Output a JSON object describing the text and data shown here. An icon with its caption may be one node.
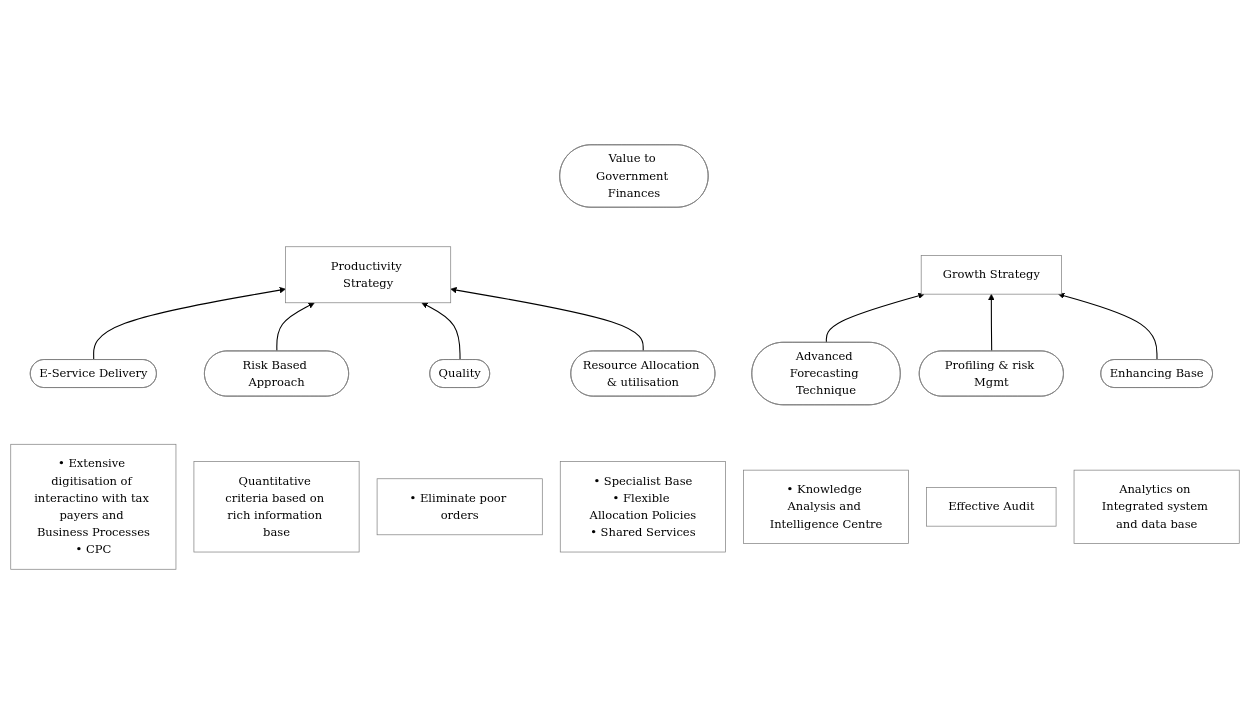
{
  "diagram": {
    "nodes": [
      {
        "text": [
          "Value to Government Finances"
        ]
      },
      {
        "text": [
          "Productivity Strategy"
        ]
      },
      {
        "text": [
          "Growth Strategy"
        ]
      },
      {
        "text": [
          "E-Service Delivery"
        ]
      },
      {
        "text": [
          "Risk Based Approach"
        ]
      },
      {
        "text": [
          "Quality"
        ]
      },
      {
        "text": [
          "Resource Allocation & utilisation"
        ]
      },
      {
        "text": [
          "Advanced Forecasting Technique"
        ]
      },
      {
        "text": [
          "Profiling & risk Mgmt"
        ]
      },
      {
        "text": [
          "Enhancing Base"
        ]
      },
      {
        "text": [
          "• Extensive digitisation of interactino with tax payers and Business Processes",
          "• CPC"
        ]
      },
      {
        "text": [
          "Quantitative criteria based on rich information base"
        ]
      },
      {
        "text": [
          "• Eliminate poor orders"
        ]
      },
      {
        "text": [
          "• Specialist Base",
          "• Flexible Allocation Policies",
          "• Shared Services"
        ]
      },
      {
        "text": [
          "• Knowledge Analysis and Intelligence Centre"
        ]
      },
      {
        "text": [
          "Effective Audit"
        ]
      },
      {
        "text": [
          "Analytics on Integrated system and data base"
        ]
      }
    ],
    "edges": [
      {
        "from": 3,
        "to": 1,
        "arrow": "to"
      },
      {
        "from": 4,
        "to": 1,
        "arrow": "to"
      },
      {
        "from": 5,
        "to": 1,
        "arrow": "to"
      },
      {
        "from": 6,
        "to": 1,
        "arrow": "to"
      },
      {
        "from": 7,
        "to": 2,
        "arrow": "to"
      },
      {
        "from": 8,
        "to": 2,
        "arrow": "to"
      },
      {
        "from": 9,
        "to": 2,
        "arrow": "to"
      }
    ]
  }
}
